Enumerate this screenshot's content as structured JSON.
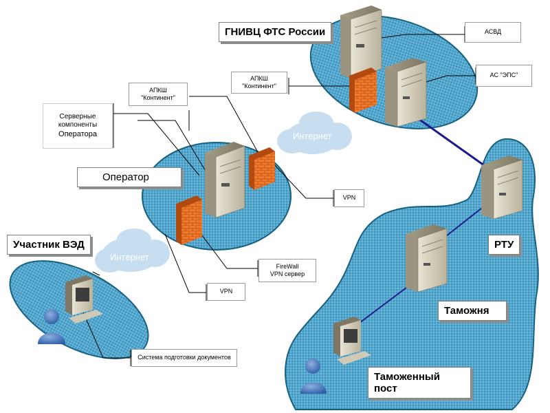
{
  "regions": {
    "fts": "ГНИВЦ ФТС России",
    "operator": "Оператор",
    "ved": "Участник ВЭД",
    "rtu": "РТУ",
    "customs": "Таможня",
    "post": "Таможенный пост"
  },
  "internet": "Интернет",
  "callouts": {
    "asvd": "АСВД",
    "aseps": "АС \"ЭПС\"",
    "apksh_fts_1": "АПКШ",
    "apksh_fts_2": "\"Континент\"",
    "apksh_op_1": "АПКШ",
    "apksh_op_2": "\"Континент\"",
    "server_comp_1": "Серверные",
    "server_comp_2": "компоненты",
    "server_comp_3": "Оператора",
    "vpn_top": "VPN",
    "firewall_1": "FireWall",
    "firewall_2": "VPN сервер",
    "vpn_bottom": "VPN",
    "docs": "Система подготовки документов"
  },
  "colors": {
    "region_fill": "#4a9fc6",
    "region_stroke": "#17607f",
    "link": "#1a1a8c",
    "firewall": "#f07a2c",
    "cloud": "#c7def0"
  }
}
